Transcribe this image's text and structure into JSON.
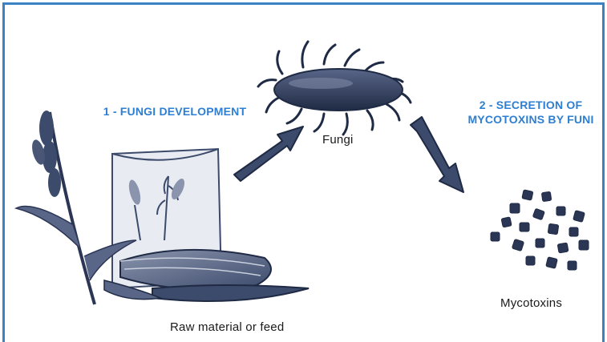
{
  "labels": {
    "step1": "1 - FUNGI DEVELOPMENT",
    "step2_line1": "2 - SECRETION OF",
    "step2_line2": "MYCOTOXINS BY FUNI",
    "fungi": "Fungi",
    "mycotoxins": "Mycotoxins",
    "raw_material": "Raw material or feed"
  },
  "colors": {
    "frame": "#3b82c4",
    "step_text": "#2e7fd1",
    "ink": "#1f2a44",
    "arrow": "#3c4a6b"
  },
  "icons": {
    "fungi": "fungus-cell-icon",
    "mycotoxins": "mycotoxin-particles-icon",
    "raw_material": "grain-and-corn-icon"
  }
}
